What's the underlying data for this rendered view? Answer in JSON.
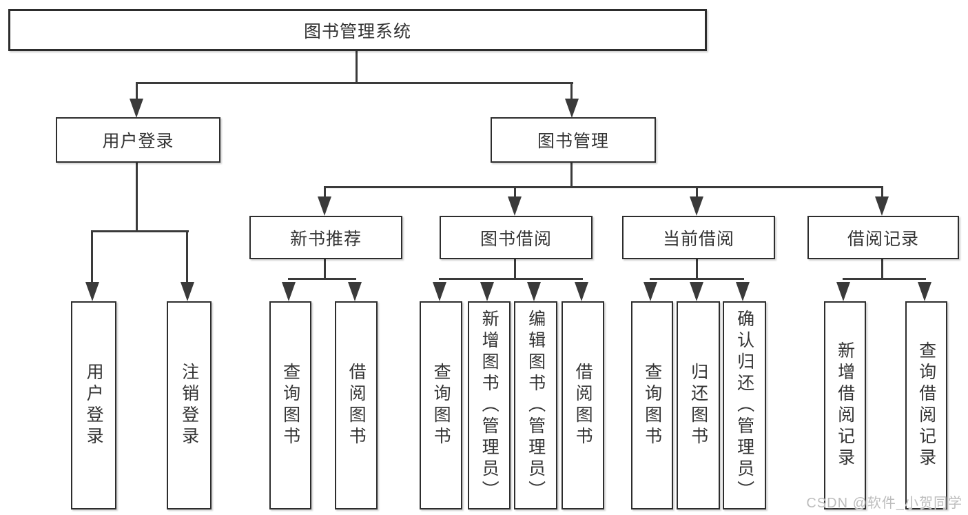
{
  "diagram": {
    "title": "图书管理系统",
    "branches": {
      "user_login": {
        "label": "用户登录",
        "children": [
          "用户登录",
          "注销登录"
        ]
      },
      "book_mgmt": {
        "label": "图书管理",
        "sections": {
          "new_book_rec": {
            "label": "新书推荐",
            "children": [
              "查询图书",
              "借阅图书"
            ]
          },
          "book_borrow": {
            "label": "图书借阅",
            "children": [
              "查询图书",
              "新增图书（管理员）",
              "编辑图书（管理员）",
              "借阅图书"
            ]
          },
          "current_borrow": {
            "label": "当前借阅",
            "children": [
              "查询图书",
              "归还图书",
              "确认归还（管理员）"
            ]
          },
          "borrow_record": {
            "label": "借阅记录",
            "children": [
              "新增借阅记录",
              "查询借阅记录"
            ]
          }
        }
      }
    }
  },
  "watermark": "CSDN @软件_小贺同学",
  "colors": {
    "background": "#ffffff",
    "line": "#3a3a3a",
    "box_border": "#2d2d2d",
    "text": "#333333",
    "watermark": "#bdbdbd"
  }
}
